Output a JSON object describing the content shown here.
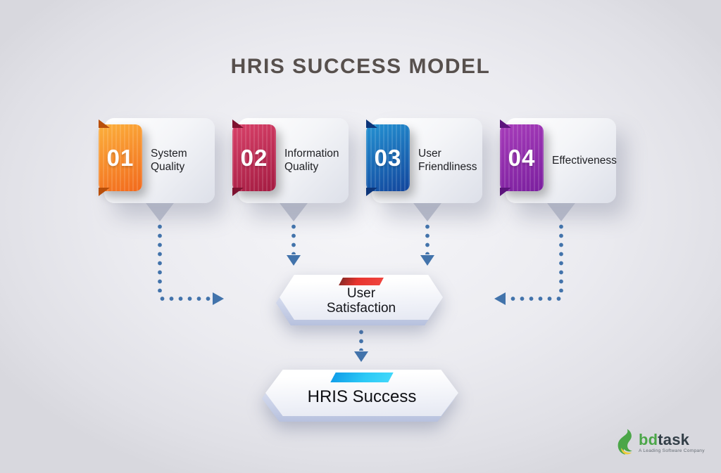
{
  "title": "HRIS SUCCESS MODEL",
  "cards": [
    {
      "number": "01",
      "label": "System Quality",
      "colors": {
        "top": "#fcb03c",
        "bottom": "#f2691c",
        "fold": "#b94f0a"
      }
    },
    {
      "number": "02",
      "label": "Information Quality",
      "colors": {
        "top": "#d84169",
        "bottom": "#a31b41",
        "fold": "#7e1230"
      }
    },
    {
      "number": "03",
      "label": "User Friendliness",
      "colors": {
        "top": "#2492d2",
        "bottom": "#12459c",
        "fold": "#0c3579"
      }
    },
    {
      "number": "04",
      "label": "Effectiveness",
      "colors": {
        "top": "#a73cba",
        "bottom": "#7a1f9e",
        "fold": "#5c147c"
      }
    }
  ],
  "satisfaction": {
    "line1": "User",
    "line2": "Satisfaction",
    "accent_bar": "#e8342e"
  },
  "success": {
    "label": "HRIS Success",
    "accent_bar": "#2bc9f6"
  },
  "arrows": {
    "color": "#4273ab"
  },
  "logo": {
    "brand_prefix": "bd",
    "brand_suffix": "task",
    "tagline": "A Leading Software Company",
    "green": "#4ba648",
    "dark": "#333f48"
  }
}
